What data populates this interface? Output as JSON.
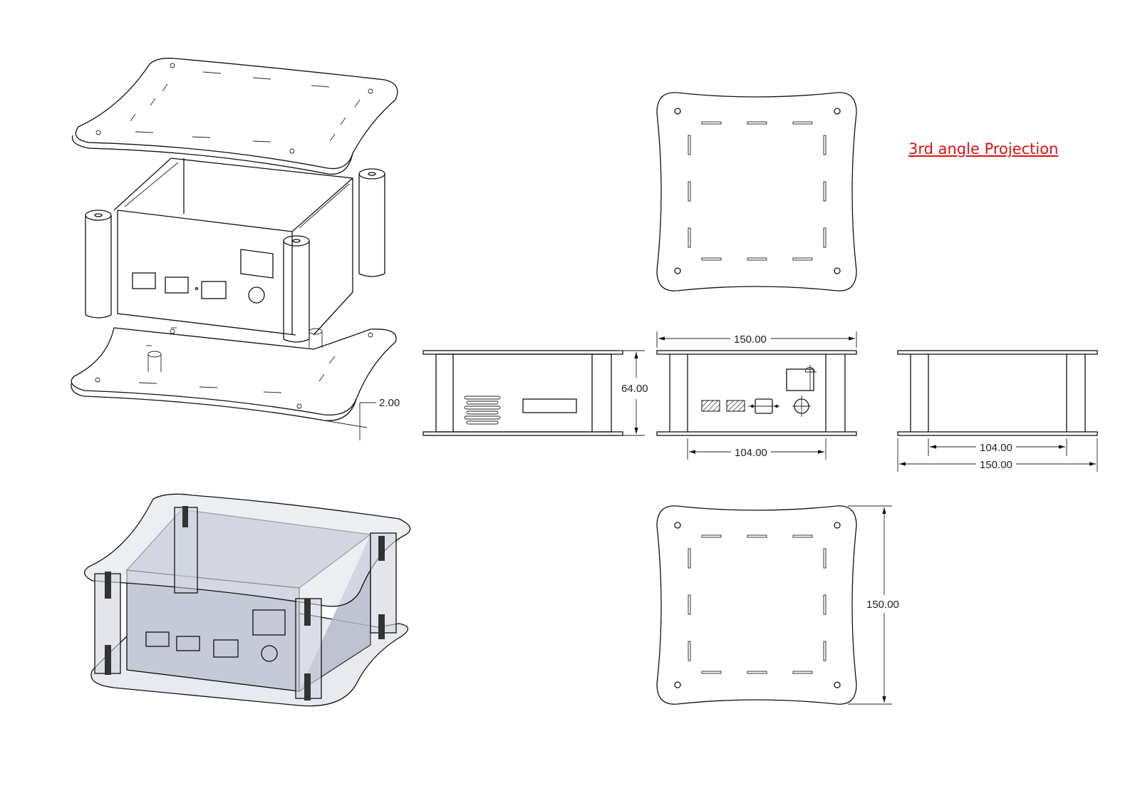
{
  "title": "3rd angle Projection",
  "colors": {
    "title": "#dd1111",
    "line": "#111111",
    "shade": "#b8bccb"
  },
  "dimensions": {
    "front_width": "150.00",
    "front_height": "64.00",
    "front_inner_width": "104.00",
    "plate_thickness": "2.00",
    "side_inner_width": "104.00",
    "side_width": "150.00",
    "bottom_depth": "150.00"
  }
}
